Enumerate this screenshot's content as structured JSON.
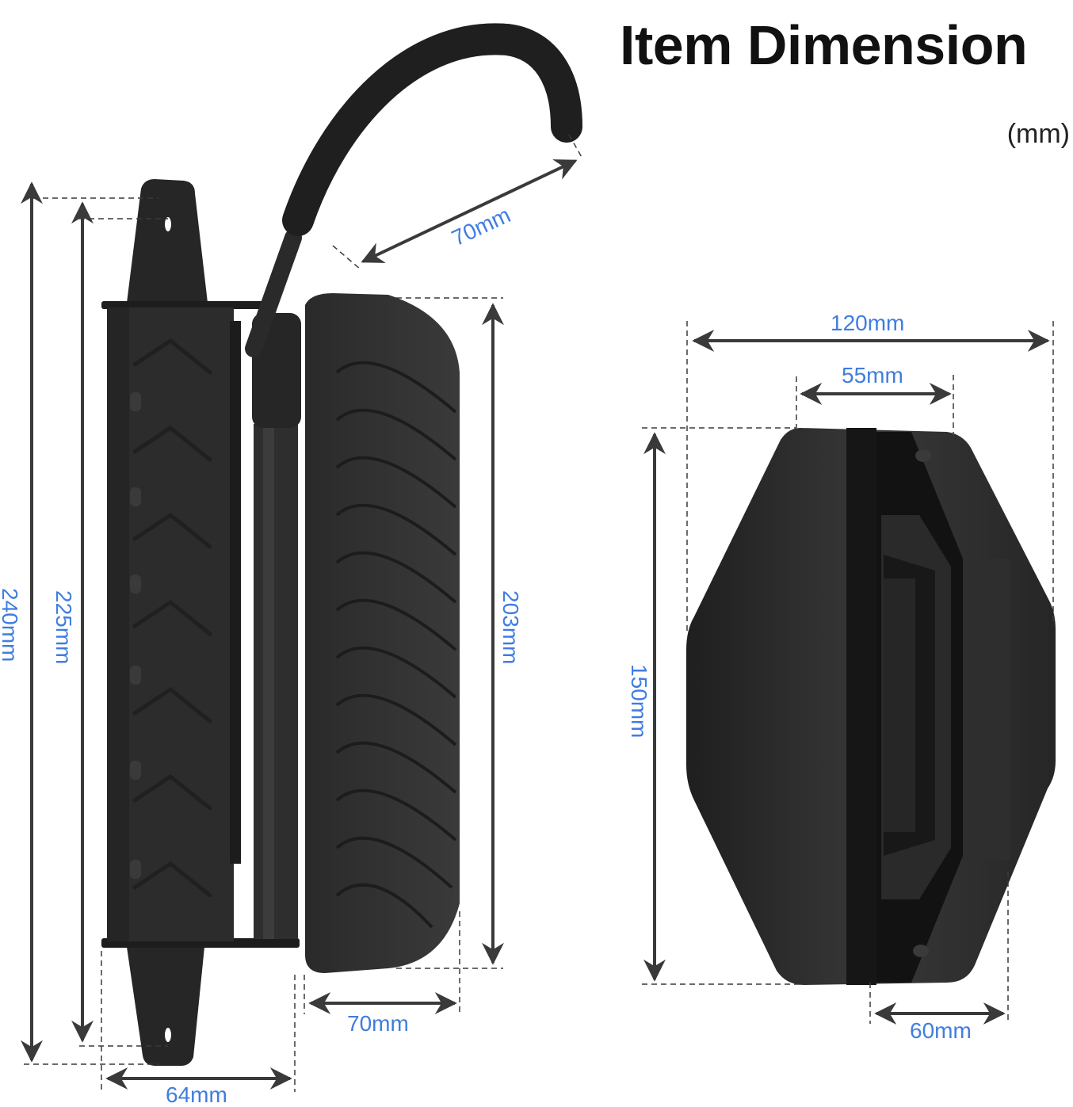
{
  "header": {
    "title": "Item Dimension",
    "unit": "(mm)"
  },
  "colors": {
    "dimension_text": "#3f7de0",
    "dimension_line": "#3a3a3a",
    "product": "#2b2b2b",
    "title": "#111111"
  },
  "side_view": {
    "dimensions": {
      "hook_reach": "70mm",
      "total_height": "240mm",
      "mount_hole_spacing": "225mm",
      "tire_pad_height": "203mm",
      "tire_pad_depth": "70mm",
      "bracket_width": "64mm"
    }
  },
  "front_view": {
    "dimensions": {
      "overall_width": "120mm",
      "top_width": "55mm",
      "height": "150mm",
      "bottom_width": "60mm"
    }
  }
}
